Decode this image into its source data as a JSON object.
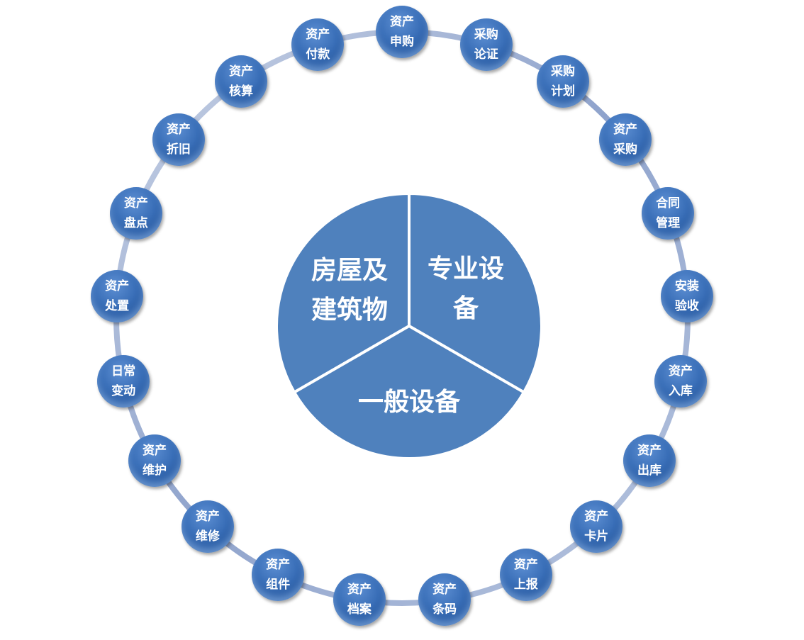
{
  "center_pie": {
    "slices": [
      {
        "lines": [
          "房屋及",
          "建筑物"
        ]
      },
      {
        "lines": [
          "专业设",
          "备"
        ]
      },
      {
        "lines": [
          "一般设备"
        ]
      }
    ],
    "color": "#4f81bd"
  },
  "ring_nodes": [
    [
      "资产",
      "申购"
    ],
    [
      "采购",
      "论证"
    ],
    [
      "采购",
      "计划"
    ],
    [
      "资产",
      "采购"
    ],
    [
      "合同",
      "管理"
    ],
    [
      "安装",
      "验收"
    ],
    [
      "资产",
      "入库"
    ],
    [
      "资产",
      "出库"
    ],
    [
      "资产",
      "卡片"
    ],
    [
      "资产",
      "上报"
    ],
    [
      "资产",
      "条码"
    ],
    [
      "资产",
      "档案"
    ],
    [
      "资产",
      "组件"
    ],
    [
      "资产",
      "维修"
    ],
    [
      "资产",
      "维护"
    ],
    [
      "日常",
      "变动"
    ],
    [
      "资产",
      "处置"
    ],
    [
      "资产",
      "盘点"
    ],
    [
      "资产",
      "折旧"
    ],
    [
      "资产",
      "核算"
    ],
    [
      "资产",
      "付款"
    ]
  ]
}
